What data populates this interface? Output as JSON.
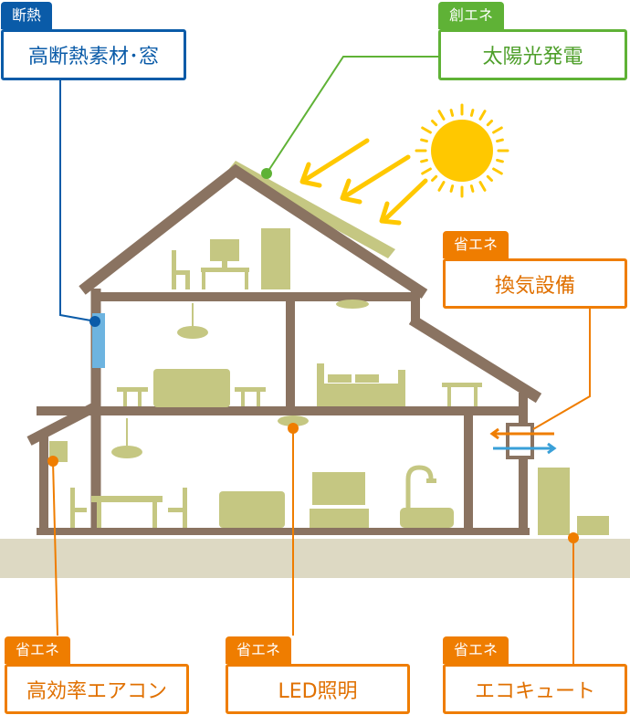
{
  "callouts": {
    "insulation": {
      "tag": "断熱",
      "label": "高断熱素材･窓"
    },
    "solar": {
      "tag": "創エネ",
      "label": "太陽光発電"
    },
    "ventilation": {
      "tag": "省エネ",
      "label": "換気設備"
    },
    "aircon": {
      "tag": "省エネ",
      "label": "高効率エアコン"
    },
    "led": {
      "tag": "省エネ",
      "label": "LED照明"
    },
    "ecocute": {
      "tag": "省エネ",
      "label": "エコキュート"
    }
  },
  "colors": {
    "wall": "#8a7361",
    "furniture": "#c5c782",
    "ground": "#ddd9c3",
    "blue": "#0a5ba8",
    "green": "#5fb236",
    "orange": "#ef7d00",
    "sun": "#ffc800",
    "window": "#6db4e0"
  },
  "icons": [
    "sun-icon",
    "sunray-arrow-icon",
    "solar-panel",
    "ventilation-fan-icon",
    "led-ceiling-light-icon",
    "air-conditioner-icon",
    "heat-pump-water-heater-icon"
  ]
}
